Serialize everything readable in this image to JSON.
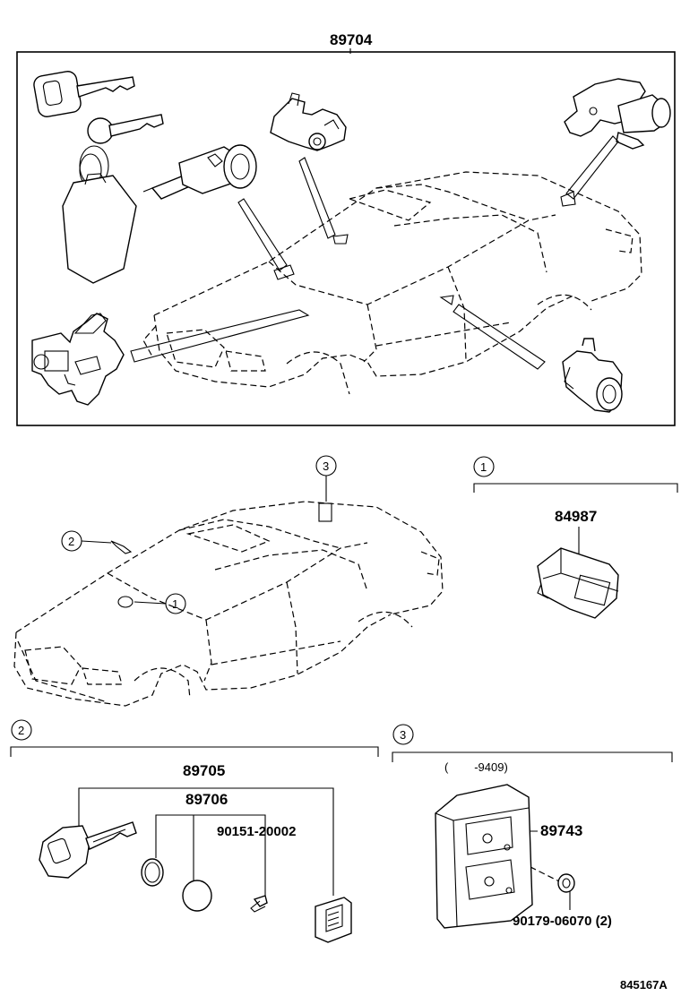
{
  "top_box": {
    "part_number": "89704"
  },
  "callout_markers": [
    "1",
    "2",
    "3"
  ],
  "section1": {
    "marker": "1",
    "part_number": "84987"
  },
  "section2": {
    "marker": "2",
    "part_key": "89705",
    "part_transponder": "89706",
    "part_screw": "90151-20002"
  },
  "section3": {
    "marker": "3",
    "date_range": "(        -9409)",
    "part_ecu": "89743",
    "part_nut": "90179-06070 (2)"
  },
  "figure_id": "845167A"
}
